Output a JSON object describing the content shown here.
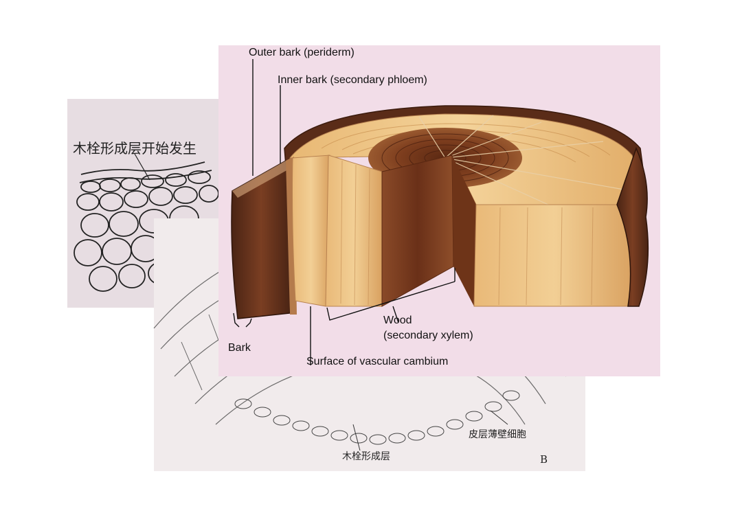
{
  "colors": {
    "page_background": "#ffffff",
    "cell_panel": "#e7dde2",
    "cross_section_panel": "#f1ebec",
    "wood_panel": "#f2dde8",
    "light_wood": "#f0c888",
    "dark_heartwood": "#7a3e22",
    "bark": "#5e2f1c",
    "ink": "#111111"
  },
  "cell_panel": {
    "label": "木栓形成层开始发生"
  },
  "cross_section_panel": {
    "label_parenchyma": "皮层薄壁细胞",
    "label_cork_cambium": "木栓形成层",
    "figure_letter": "B"
  },
  "wood_diagram": {
    "labels": {
      "outer_bark": "Outer bark (periderm)",
      "inner_bark": "Inner bark (secondary phloem)",
      "wood_line1": "Wood",
      "wood_line2": "(secondary xylem)",
      "bark": "Bark",
      "cambium": "Surface of vascular cambium"
    }
  }
}
